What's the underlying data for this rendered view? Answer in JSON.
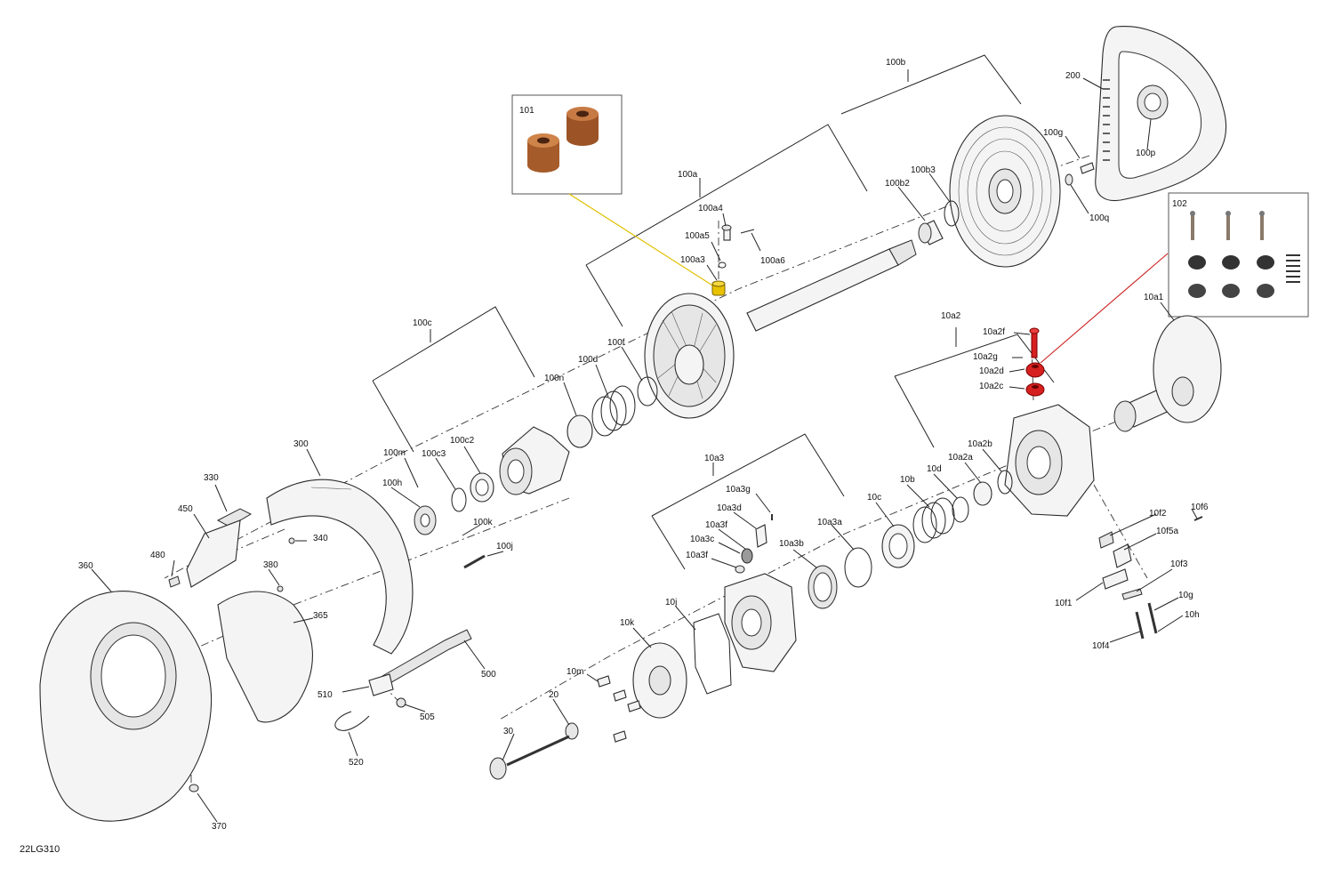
{
  "drawing_number": "22LG310",
  "inset_labels": {
    "box_101": "101",
    "box_102": "102"
  },
  "labels": [
    {
      "id": "100b",
      "text": "100b"
    },
    {
      "id": "200",
      "text": "200"
    },
    {
      "id": "101",
      "text": "101"
    },
    {
      "id": "100g",
      "text": "100g"
    },
    {
      "id": "100p",
      "text": "100p"
    },
    {
      "id": "100a",
      "text": "100a"
    },
    {
      "id": "100b2",
      "text": "100b2"
    },
    {
      "id": "100b3",
      "text": "100b3"
    },
    {
      "id": "100q",
      "text": "100q"
    },
    {
      "id": "100a4",
      "text": "100a4"
    },
    {
      "id": "100a5",
      "text": "100a5"
    },
    {
      "id": "100a6",
      "text": "100a6"
    },
    {
      "id": "100a3",
      "text": "100a3"
    },
    {
      "id": "102",
      "text": "102"
    },
    {
      "id": "10a1",
      "text": "10a1"
    },
    {
      "id": "100c",
      "text": "100c"
    },
    {
      "id": "10a2",
      "text": "10a2"
    },
    {
      "id": "10a2f",
      "text": "10a2f"
    },
    {
      "id": "100f",
      "text": "100f"
    },
    {
      "id": "10a2g",
      "text": "10a2g"
    },
    {
      "id": "100d",
      "text": "100d"
    },
    {
      "id": "10a2d",
      "text": "10a2d"
    },
    {
      "id": "100n",
      "text": "100n"
    },
    {
      "id": "10a2c",
      "text": "10a2c"
    },
    {
      "id": "300",
      "text": "300"
    },
    {
      "id": "10a2b",
      "text": "10a2b"
    },
    {
      "id": "100m",
      "text": "100m"
    },
    {
      "id": "100c2",
      "text": "100c2"
    },
    {
      "id": "100c3",
      "text": "100c3"
    },
    {
      "id": "10a3",
      "text": "10a3"
    },
    {
      "id": "10a2a",
      "text": "10a2a"
    },
    {
      "id": "10d",
      "text": "10d"
    },
    {
      "id": "330",
      "text": "330"
    },
    {
      "id": "100h",
      "text": "100h"
    },
    {
      "id": "10a3g",
      "text": "10a3g"
    },
    {
      "id": "10b",
      "text": "10b"
    },
    {
      "id": "10c",
      "text": "10c"
    },
    {
      "id": "10a3d",
      "text": "10a3d"
    },
    {
      "id": "10f6",
      "text": "10f6"
    },
    {
      "id": "450",
      "text": "450"
    },
    {
      "id": "10f2",
      "text": "10f2"
    },
    {
      "id": "10a3f_a",
      "text": "10a3f"
    },
    {
      "id": "100k",
      "text": "100k"
    },
    {
      "id": "10a3a",
      "text": "10a3a"
    },
    {
      "id": "10f5a",
      "text": "10f5a"
    },
    {
      "id": "340",
      "text": "340"
    },
    {
      "id": "10a3c",
      "text": "10a3c"
    },
    {
      "id": "100j",
      "text": "100j"
    },
    {
      "id": "10a3b",
      "text": "10a3b"
    },
    {
      "id": "480",
      "text": "480"
    },
    {
      "id": "10a3f_b",
      "text": "10a3f"
    },
    {
      "id": "10f3",
      "text": "10f3"
    },
    {
      "id": "360",
      "text": "360"
    },
    {
      "id": "380",
      "text": "380"
    },
    {
      "id": "10f1",
      "text": "10f1"
    },
    {
      "id": "10g",
      "text": "10g"
    },
    {
      "id": "10j",
      "text": "10j"
    },
    {
      "id": "365",
      "text": "365"
    },
    {
      "id": "10k",
      "text": "10k"
    },
    {
      "id": "10h",
      "text": "10h"
    },
    {
      "id": "10f4",
      "text": "10f4"
    },
    {
      "id": "500",
      "text": "500"
    },
    {
      "id": "10m",
      "text": "10m"
    },
    {
      "id": "510",
      "text": "510"
    },
    {
      "id": "20",
      "text": "20"
    },
    {
      "id": "30",
      "text": "30"
    },
    {
      "id": "505",
      "text": "505"
    },
    {
      "id": "520",
      "text": "520"
    },
    {
      "id": "370",
      "text": "370"
    }
  ],
  "colors": {
    "highlight_yellow": "#e8c200",
    "highlight_red": "#d62020",
    "spacer_brown": "#b5652e",
    "leader_yellow": "#e0c000",
    "leader_red": "#cc2222"
  },
  "icons": {
    "box_101": "spacer-pair-photo",
    "box_102": "pins-rollers-kit-photo"
  }
}
